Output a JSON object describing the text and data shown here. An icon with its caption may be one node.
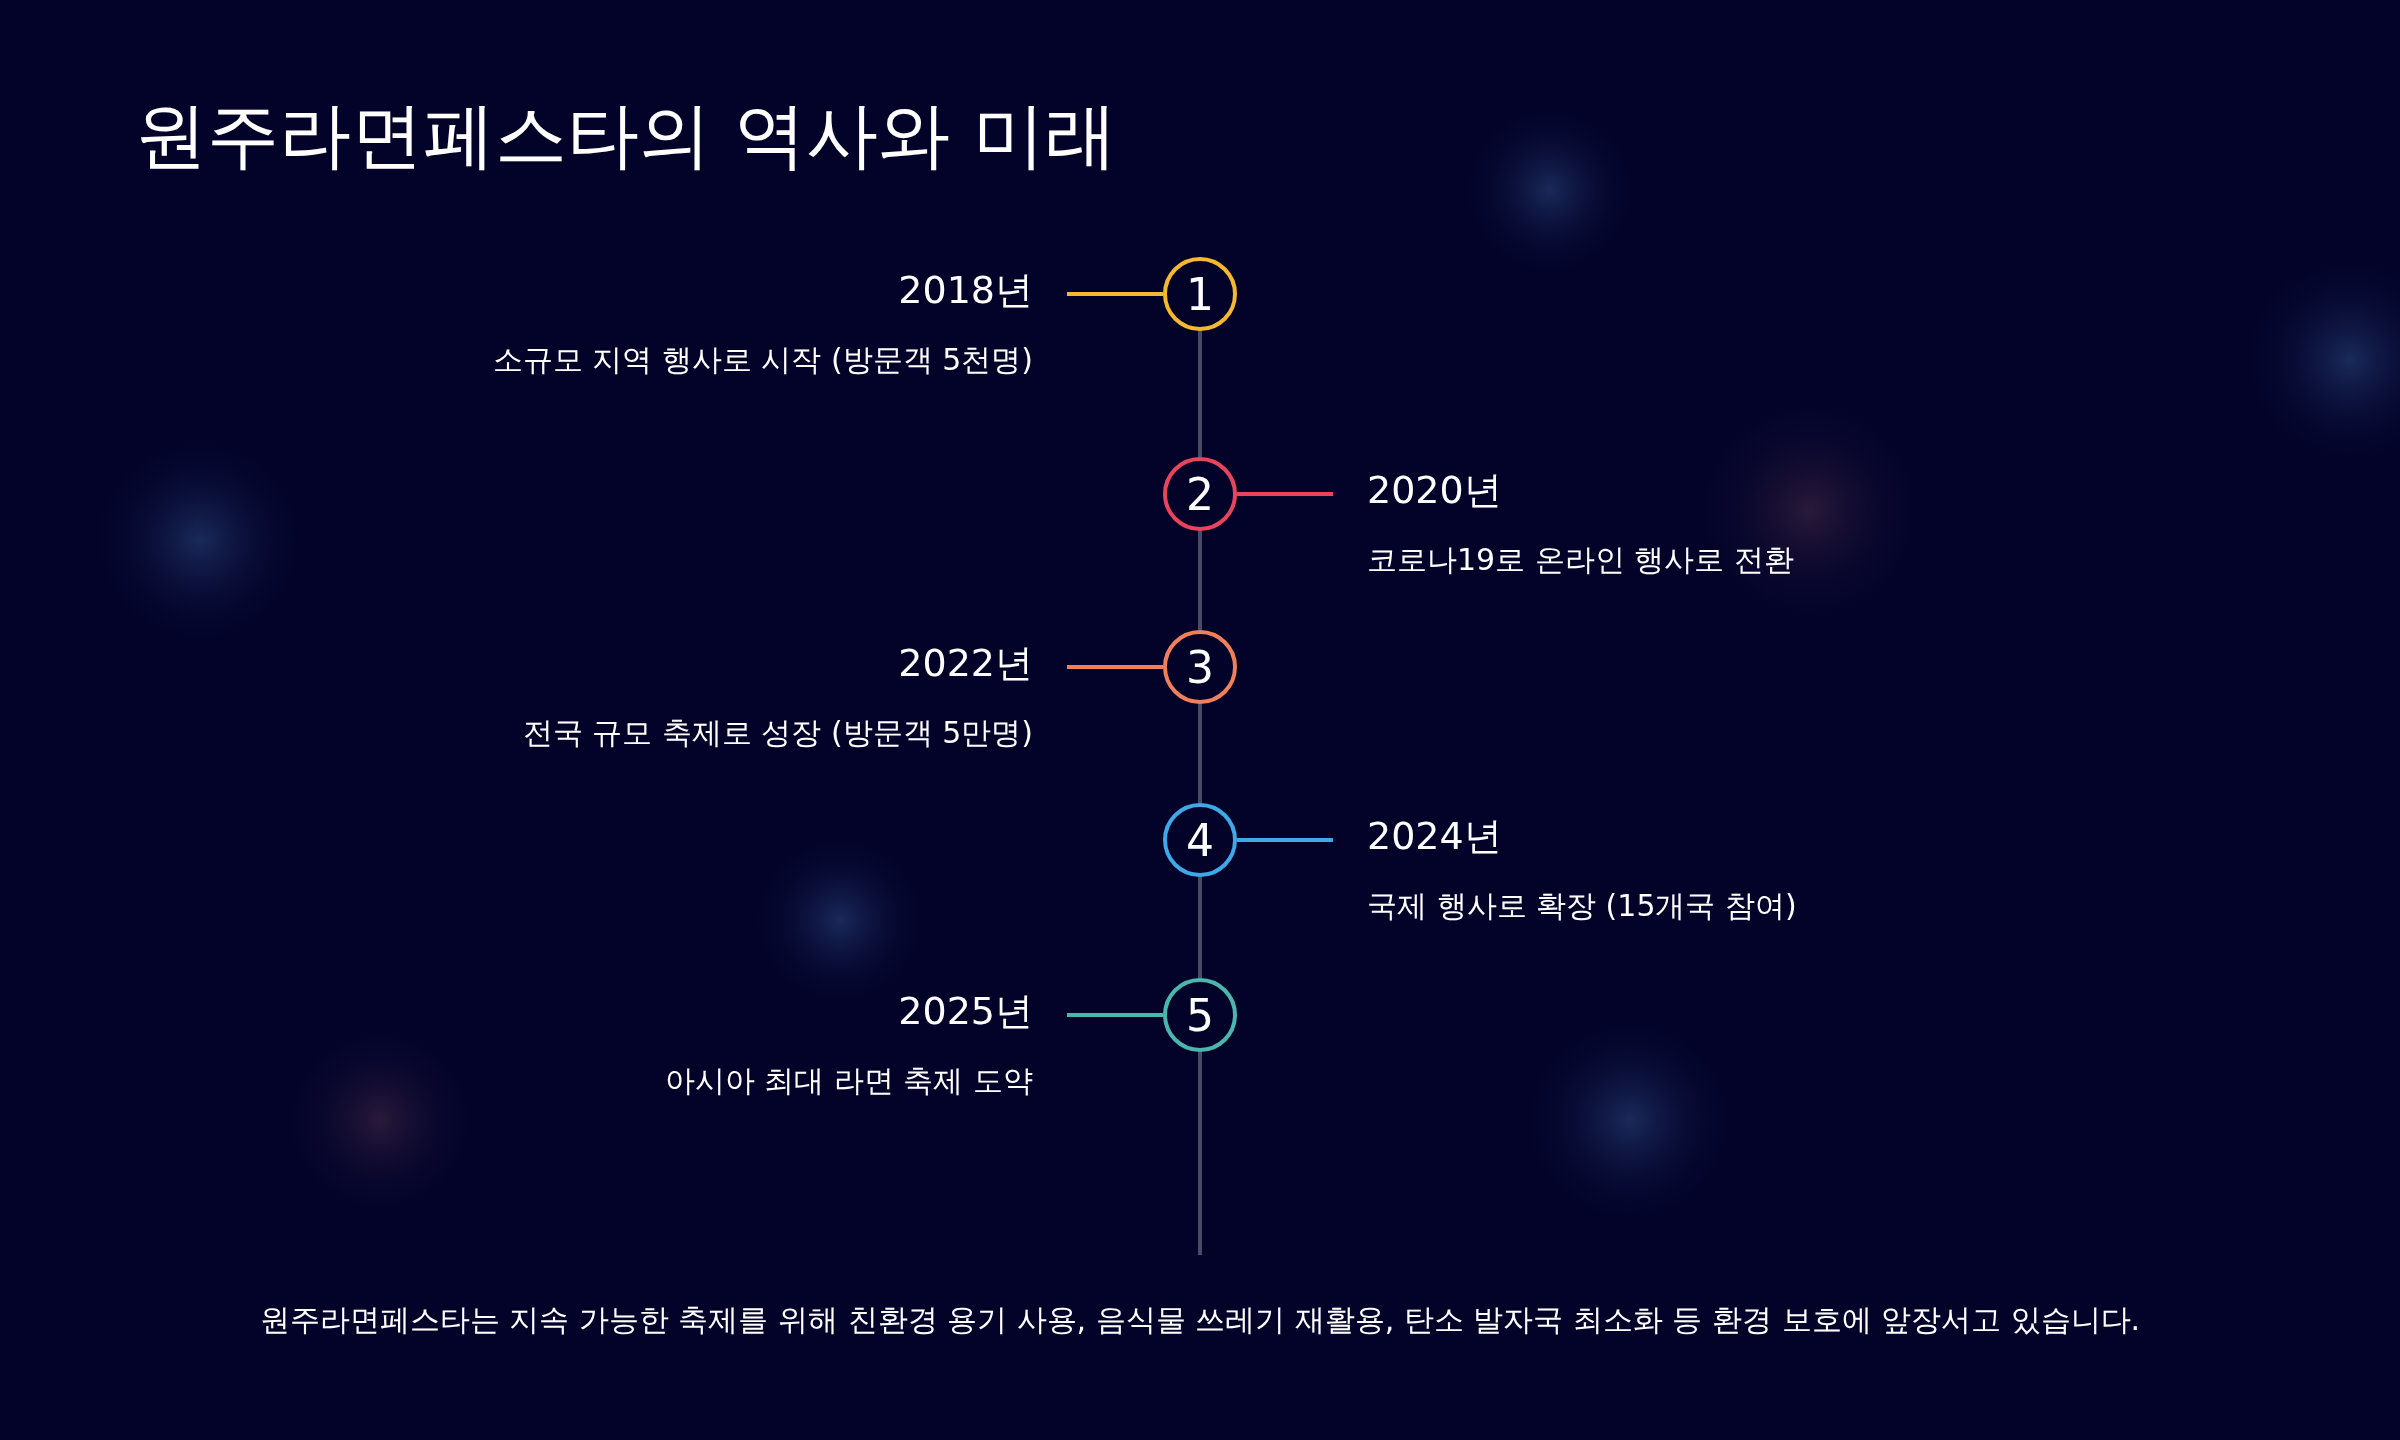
{
  "diagram": {
    "title": "원주라면페스타의 역사와 미래",
    "nodes": [
      {
        "text": [
          "1"
        ]
      },
      {
        "text": [
          "2"
        ]
      },
      {
        "text": [
          "3"
        ]
      },
      {
        "text": [
          "4"
        ]
      },
      {
        "text": [
          "5"
        ]
      },
      {
        "text": [
          "2018년",
          "소규모 지역 행사로 시작 (방문객 5천명)"
        ]
      },
      {
        "text": [
          "2020년",
          "코로나19로 온라인 행사로 전환"
        ]
      },
      {
        "text": [
          "2022년",
          "전국 규모 축제로 성장 (방문객 5만명)"
        ]
      },
      {
        "text": [
          "2024년",
          "국제 행사로 확장 (15개국 참여)"
        ]
      },
      {
        "text": [
          "2025년",
          "아시아 최대 라면 축제 도약"
        ]
      }
    ],
    "edges": [
      {
        "from": 0,
        "to": 1,
        "arrow": "none"
      },
      {
        "from": 1,
        "to": 2,
        "arrow": "none"
      },
      {
        "from": 2,
        "to": 3,
        "arrow": "none"
      },
      {
        "from": 3,
        "to": 4,
        "arrow": "none"
      },
      {
        "from": 4,
        "to": null,
        "arrow": "none"
      },
      {
        "from": 0,
        "to": 5,
        "arrow": "none",
        "color": "#f5b82e"
      },
      {
        "from": 1,
        "to": 6,
        "arrow": "none",
        "color": "#e8445e"
      },
      {
        "from": 2,
        "to": 7,
        "arrow": "none",
        "color": "#f07f5a"
      },
      {
        "from": 3,
        "to": 8,
        "arrow": "none",
        "color": "#3fa9e8"
      },
      {
        "from": 4,
        "to": 9,
        "arrow": "none",
        "color": "#4db6ac"
      }
    ],
    "caption": "원주라면페스타는 지속 가능한 축제를 위해 친환경 용기 사용, 음식물 쓰레기 재활용, 탄소 발자국 최소화 등 환경 보호에 앞장서고 있습니다."
  }
}
